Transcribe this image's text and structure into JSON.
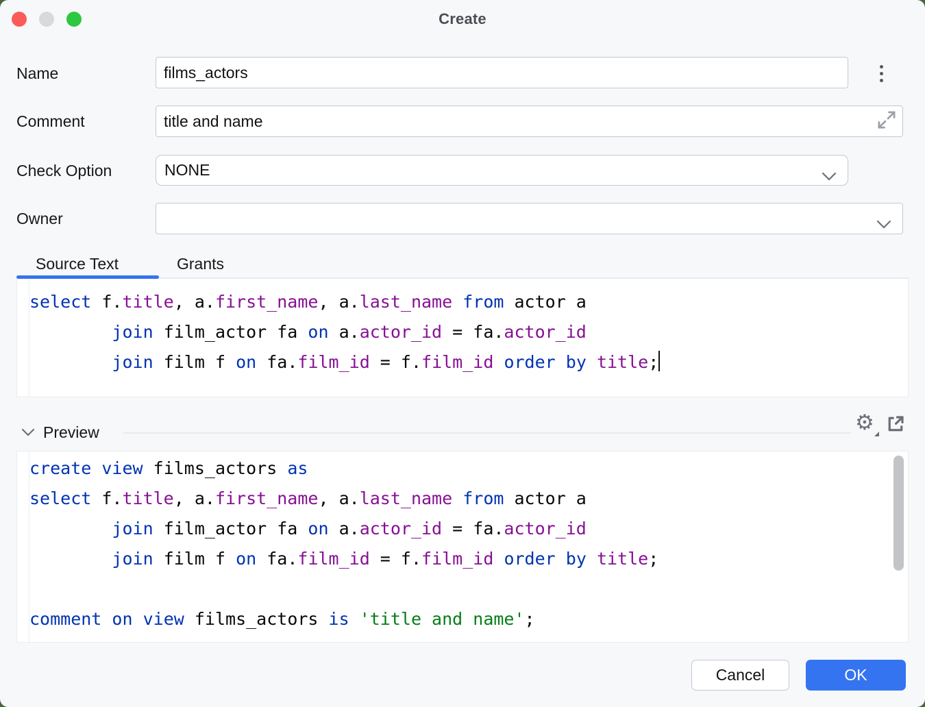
{
  "window": {
    "title": "Create"
  },
  "colors": {
    "accent": "#3574f0",
    "keyword": "#0033b3",
    "field": "#871094",
    "string": "#067d17",
    "code_text": "#080808",
    "window_bg": "#f7f8fa",
    "desktop_green": "#49673f",
    "traffic_red": "#fc5b57",
    "traffic_gray": "#d9d9d9",
    "traffic_green": "#2bc840"
  },
  "icons": {
    "gear": "⚙"
  },
  "form": {
    "name": {
      "label": "Name",
      "value": "films_actors"
    },
    "comment": {
      "label": "Comment",
      "value": "title and name"
    },
    "check_option": {
      "label": "Check Option",
      "value": "NONE"
    },
    "owner": {
      "label": "Owner",
      "value": ""
    }
  },
  "tabs": [
    {
      "label": "Source Text",
      "active": true
    },
    {
      "label": "Grants",
      "active": false
    }
  ],
  "source_editor": {
    "lines": [
      [
        [
          "kw",
          "select"
        ],
        [
          "pl",
          " f."
        ],
        [
          "fld",
          "title"
        ],
        [
          "pl",
          ", a."
        ],
        [
          "fld",
          "first_name"
        ],
        [
          "pl",
          ", a."
        ],
        [
          "fld",
          "last_name"
        ],
        [
          "pl",
          " "
        ],
        [
          "kw",
          "from"
        ],
        [
          "pl",
          " actor a"
        ]
      ],
      [
        [
          "pl",
          "        "
        ],
        [
          "kw",
          "join"
        ],
        [
          "pl",
          " film_actor fa "
        ],
        [
          "kw",
          "on"
        ],
        [
          "pl",
          " a."
        ],
        [
          "fld",
          "actor_id"
        ],
        [
          "pl",
          " = fa."
        ],
        [
          "fld",
          "actor_id"
        ]
      ],
      [
        [
          "pl",
          "        "
        ],
        [
          "kw",
          "join"
        ],
        [
          "pl",
          " film f "
        ],
        [
          "kw",
          "on"
        ],
        [
          "pl",
          " fa."
        ],
        [
          "fld",
          "film_id"
        ],
        [
          "pl",
          " = f."
        ],
        [
          "fld",
          "film_id"
        ],
        [
          "pl",
          " "
        ],
        [
          "kw",
          "order"
        ],
        [
          "pl",
          " "
        ],
        [
          "kw",
          "by"
        ],
        [
          "pl",
          " "
        ],
        [
          "fld",
          "title"
        ],
        [
          "pl",
          ";"
        ],
        [
          "caret",
          ""
        ]
      ]
    ]
  },
  "preview": {
    "title": "Preview",
    "lines": [
      [
        [
          "kw",
          "create"
        ],
        [
          "pl",
          " "
        ],
        [
          "kw",
          "view"
        ],
        [
          "pl",
          " films_actors "
        ],
        [
          "kw",
          "as"
        ]
      ],
      [
        [
          "kw",
          "select"
        ],
        [
          "pl",
          " f."
        ],
        [
          "fld",
          "title"
        ],
        [
          "pl",
          ", a."
        ],
        [
          "fld",
          "first_name"
        ],
        [
          "pl",
          ", a."
        ],
        [
          "fld",
          "last_name"
        ],
        [
          "pl",
          " "
        ],
        [
          "kw",
          "from"
        ],
        [
          "pl",
          " actor a"
        ]
      ],
      [
        [
          "pl",
          "        "
        ],
        [
          "kw",
          "join"
        ],
        [
          "pl",
          " film_actor fa "
        ],
        [
          "kw",
          "on"
        ],
        [
          "pl",
          " a."
        ],
        [
          "fld",
          "actor_id"
        ],
        [
          "pl",
          " = fa."
        ],
        [
          "fld",
          "actor_id"
        ]
      ],
      [
        [
          "pl",
          "        "
        ],
        [
          "kw",
          "join"
        ],
        [
          "pl",
          " film f "
        ],
        [
          "kw",
          "on"
        ],
        [
          "pl",
          " fa."
        ],
        [
          "fld",
          "film_id"
        ],
        [
          "pl",
          " = f."
        ],
        [
          "fld",
          "film_id"
        ],
        [
          "pl",
          " "
        ],
        [
          "kw",
          "order"
        ],
        [
          "pl",
          " "
        ],
        [
          "kw",
          "by"
        ],
        [
          "pl",
          " "
        ],
        [
          "fld",
          "title"
        ],
        [
          "pl",
          ";"
        ]
      ],
      [],
      [
        [
          "kw",
          "comment"
        ],
        [
          "pl",
          " "
        ],
        [
          "kw",
          "on"
        ],
        [
          "pl",
          " "
        ],
        [
          "kw",
          "view"
        ],
        [
          "pl",
          " films_actors "
        ],
        [
          "kw",
          "is"
        ],
        [
          "pl",
          " "
        ],
        [
          "str",
          "'title and name'"
        ],
        [
          "pl",
          ";"
        ]
      ]
    ]
  },
  "footer": {
    "cancel_label": "Cancel",
    "ok_label": "OK"
  }
}
